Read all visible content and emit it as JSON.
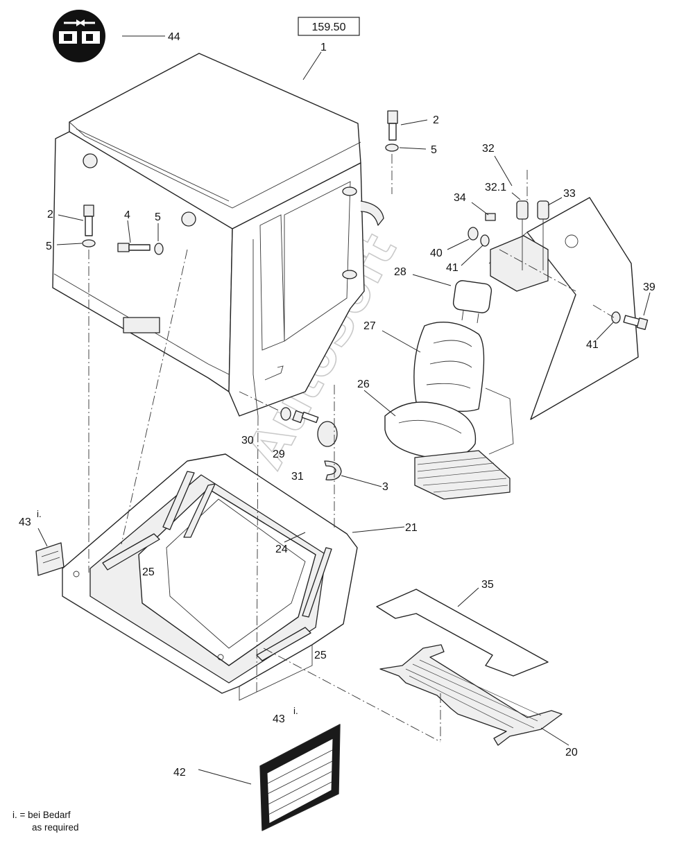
{
  "diagram": {
    "reference_number": "159.50",
    "watermark": "AutoSoft",
    "footnote": {
      "german": "i. = bei Bedarf",
      "english": "as required"
    },
    "callouts": {
      "c1": "1",
      "c2a": "2",
      "c2b": "2",
      "c3": "3",
      "c4": "4",
      "c5a": "5",
      "c5b": "5",
      "c5c": "5",
      "c20": "20",
      "c21": "21",
      "c24": "24",
      "c25a": "25",
      "c25b": "25",
      "c26": "26",
      "c27": "27",
      "c28": "28",
      "c29": "29",
      "c30": "30",
      "c31": "31",
      "c32": "32",
      "c32_1": "32.1",
      "c33": "33",
      "c34": "34",
      "c35": "35",
      "c39": "39",
      "c40": "40",
      "c41a": "41",
      "c41b": "41",
      "c42": "42",
      "c43a": "43",
      "c43b": "43",
      "c44": "44",
      "i_mark_a": "i.",
      "i_mark_b": "i."
    },
    "icons": {
      "seatbelt_symbol": "seatbelt-fasten-icon"
    }
  }
}
